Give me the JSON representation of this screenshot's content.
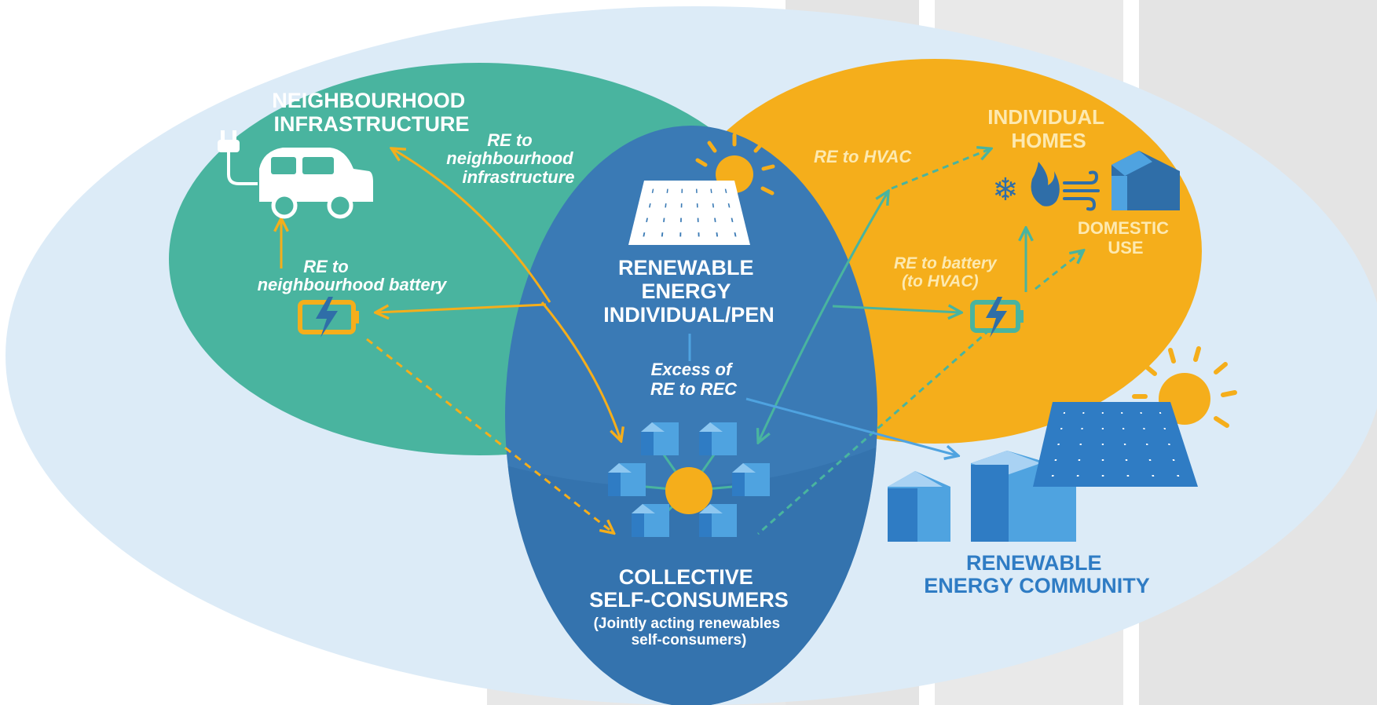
{
  "regions": {
    "neighbourhood": {
      "line1": "NEIGHBOURHOOD",
      "line2": "INFRASTRUCTURE",
      "color": "#49b49f"
    },
    "homes": {
      "line1": "INDIVIDUAL",
      "line2": "HOMES",
      "color": "#f5ae1b"
    },
    "pen": {
      "line1": "RENEWABLE",
      "line2": "ENERGY",
      "line3": "INDIVIDUAL/PEN",
      "color": "#3a7ab5"
    },
    "collective": {
      "line1": "COLLECTIVE",
      "line2": "SELF-CONSUMERS",
      "sub1": "(Jointly acting renewables",
      "sub2": "self-consumers)"
    },
    "rec": {
      "line1": "RENEWABLE",
      "line2": "ENERGY COMMUNITY",
      "color": "#2f7cc4"
    },
    "outer": {
      "color": "#dcebf7"
    }
  },
  "labels": {
    "re_to_infra": {
      "l1": "RE to",
      "l2": "neighbourhood",
      "l3": "infrastructure"
    },
    "re_to_battery_nb": {
      "l1": "RE to",
      "l2": "neighbourhood battery"
    },
    "re_to_hvac": "RE to HVAC",
    "re_to_battery_hvac": {
      "l1": "RE to battery",
      "l2": "(to HVAC)"
    },
    "domestic": {
      "l1": "DOMESTIC",
      "l2": "USE"
    },
    "excess": {
      "l1": "Excess of",
      "l2": "RE to REC"
    }
  },
  "icons": [
    "ev-car-icon",
    "plug-icon",
    "battery-icon",
    "solar-panel-icon",
    "sun-icon",
    "snowflake-icon",
    "flame-icon",
    "wind-icon",
    "house-icon",
    "community-network-icon",
    "buildings-icon"
  ],
  "colors": {
    "orange_arrow": "#f5ae1b",
    "teal_arrow": "#49b49f",
    "blue_arrow": "#4fa3e0",
    "white": "#ffffff"
  }
}
